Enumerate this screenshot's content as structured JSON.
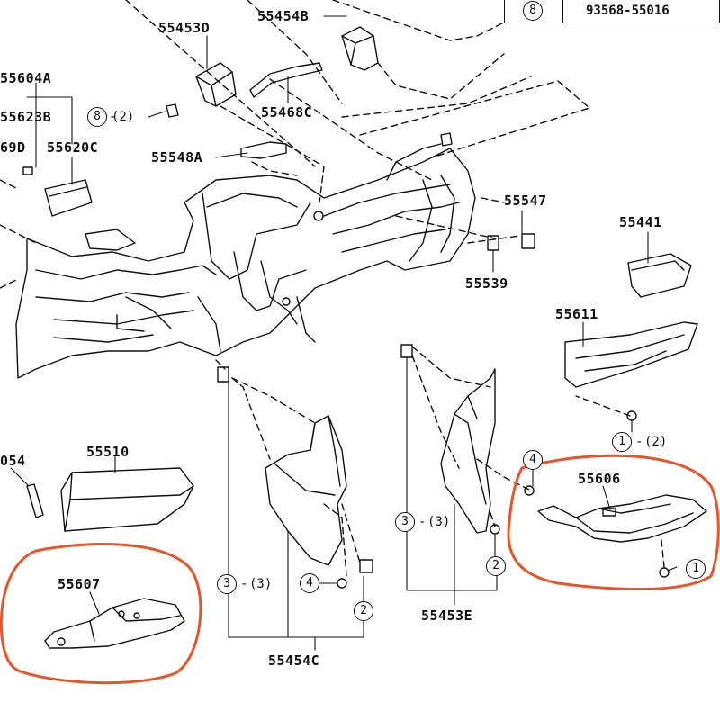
{
  "table": {
    "ref": "8",
    "part": "93568-55016"
  },
  "labels": {
    "p55453D": "55453D",
    "p55454B": "55454B",
    "p55604A": "55604A",
    "p55623B": "55623B",
    "p55469D": "69D",
    "p55620C": "55620C",
    "p55468C": "55468C",
    "p55548A": "55548A",
    "p55547": "55547",
    "p55539": "55539",
    "p55441": "55441",
    "p55611": "55611",
    "p55054": "054",
    "p55510": "55510",
    "p55607": "55607",
    "p55606": "55606",
    "p55453E": "55453E",
    "p55454C": "55454C"
  },
  "callouts": {
    "c8": "8",
    "q8": "(2)",
    "c1a": "1",
    "q1a": "(2)",
    "c4a": "4",
    "c1b": "1",
    "c3a": "3",
    "q3a": "(3)",
    "c4b": "4",
    "c2a": "2",
    "c3b": "3",
    "q3b": "(3)",
    "c2b": "2"
  },
  "highlight_color": "#e8552a",
  "line_color": "#111111"
}
